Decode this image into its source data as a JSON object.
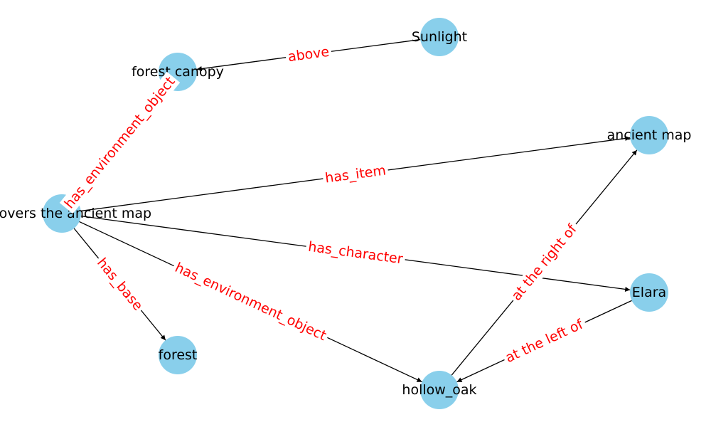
{
  "colors": {
    "node_fill": "#89cfeb",
    "edge_stroke": "#000000",
    "edge_label": "#ff0000",
    "node_label": "#000000"
  },
  "nodes": [
    {
      "id": "event",
      "label": "discovers the ancient map"
    },
    {
      "id": "sunlight",
      "label": "Sunlight"
    },
    {
      "id": "canopy",
      "label": "forest canopy"
    },
    {
      "id": "map",
      "label": "ancient map"
    },
    {
      "id": "elara",
      "label": "Elara"
    },
    {
      "id": "forest",
      "label": "forest"
    },
    {
      "id": "oak",
      "label": "hollow_oak"
    }
  ],
  "edges": [
    {
      "id": "sunlight-canopy",
      "source": "sunlight",
      "target": "canopy",
      "label": "above"
    },
    {
      "id": "event-canopy",
      "source": "event",
      "target": "canopy",
      "label": "has_environment_object"
    },
    {
      "id": "event-map",
      "source": "event",
      "target": "map",
      "label": "has_item"
    },
    {
      "id": "event-elara",
      "source": "event",
      "target": "elara",
      "label": "has_character"
    },
    {
      "id": "event-forest",
      "source": "event",
      "target": "forest",
      "label": "has_base"
    },
    {
      "id": "event-oak",
      "source": "event",
      "target": "oak",
      "label": "has_environment_object"
    },
    {
      "id": "oak-map",
      "source": "oak",
      "target": "map",
      "label": "at the right of"
    },
    {
      "id": "elara-oak",
      "source": "elara",
      "target": "oak",
      "label": "at the left of"
    }
  ]
}
